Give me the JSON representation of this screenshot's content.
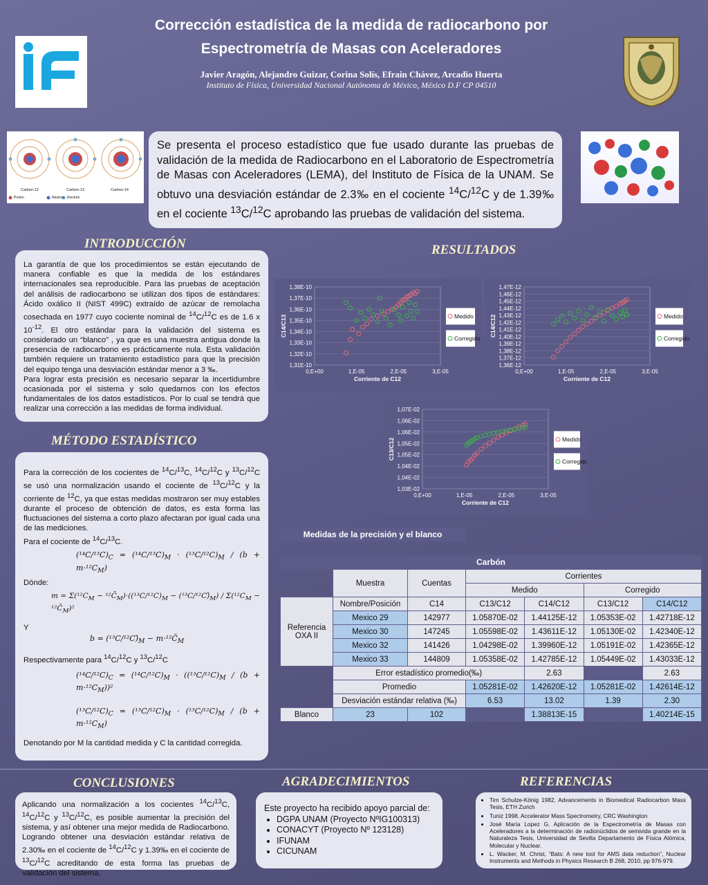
{
  "header": {
    "title_line1": "Corrección estadística de la medida de radiocarbono por",
    "title_line2": "Espectrometría de Masas con Aceleradores",
    "authors": "Javier Aragón, Alejandro Guizar, Corina Solís, Efrain Chávez, Arcadio Huerta",
    "institution": "Instituto de Física, Universidad Nacional Autónoma de  México, México D.F CP 04510",
    "logo_text": "IF"
  },
  "atoms": {
    "labels": [
      "Carbon-12",
      "Carbon-13",
      "Carbon-14"
    ],
    "legend": [
      "Proton",
      "Neutron",
      "Electron"
    ]
  },
  "abstract": {
    "p1": "Se presenta el proceso estadístico que fue usado durante las pruebas de validación de la medida de Radiocarbono en el Laboratorio de Espectrometría de Masas con Aceleradores (LEMA), del Instituto de Física de la UNAM. Se obtuvo una desviación estándar de 2.3‰ en el cociente ",
    "p2": " y  de  1.39‰ en el cociente ",
    "p3": " aprobando las pruebas de validación del sistema."
  },
  "intro": {
    "heading": "INTRODUCCIÓN",
    "text1": "La garantía de que los procedimientos se están ejecutando de manera confiable es que la medida de los estándares internacionales  sea reproducible. Para las pruebas de aceptación del análisis de radiocarbono se utilizan dos tipos de estándares: Ácido oxálico II (NIST 499C) extraído de azúcar de remolacha cosechada en 1977 cuyo cociente nominal de ",
    "text2": " es de 1.6 x 10",
    "text3": ". El otro estándar para la validación del sistema es considerado un “blanco” , ya que es una muestra antigua donde la presencia de radiocarbono es prácticamente nula. Esta validación también requiere un tratamiento estadístico para que la precisión del equipo tenga una desviación estándar  menor a 3 ‰.",
    "text4": "Para lograr esta precisión es necesario separar la incertidumbre ocasionada por el sistema y solo quedarnos con los efectos fundamentales de los datos estadísticos. Por lo cual se tendrá que realizar una corrección a las medidas de forma individual."
  },
  "method": {
    "heading": "MÉTODO ESTADÍSTICO",
    "text1": "Para la corrección de los cocientes de ",
    "text2": " se usó una normalización usando el cociente de ",
    "text3": " y la corriente de ",
    "text4": ", ya que estas medidas mostraron ser muy estables durante el proceso de obtención de datos, es esta forma las fluctuaciones del sistema a corto plazo afectaran por igual cada una de las mediciones.",
    "text5": "Para el cociente de ",
    "donde": "Dónde:",
    "y": "Y",
    "resp": "Respectivamente para ",
    "final": "Denotando por M la cantidad medida y C la cantidad corregida."
  },
  "results": {
    "heading": "RESULTADOS"
  },
  "chart_data": [
    {
      "type": "scatter",
      "ylabel": "C14/C13",
      "xlabel": "Corriente de C12",
      "yticks": [
        "1,31E-10",
        "1,32E-10",
        "1,33E-10",
        "1,34E-10",
        "1,35E-10",
        "1,36E-10",
        "1,37E-10",
        "1,38E-10"
      ],
      "ylim": [
        1.31e-10,
        1.38e-10
      ],
      "xticks": [
        "0,E+00",
        "1,E-05",
        "2,E-05",
        "3,E-05"
      ],
      "xlim": [
        0,
        3e-05
      ],
      "series": [
        {
          "name": "Medido",
          "color": "#e06a7a",
          "x": [
            7.5e-06,
            8.5e-06,
            9e-06,
            1.05e-05,
            1.15e-05,
            1.25e-05,
            1.35e-05,
            1.5e-05,
            1.65e-05,
            1.75e-05,
            1.85e-05,
            1.95e-05,
            2e-05,
            2.05e-05,
            2.1e-05,
            2.15e-05,
            2.2e-05,
            2.25e-05,
            2.3e-05,
            2.35e-05,
            2.4e-05,
            2.45e-05
          ],
          "y": [
            1.321e-10,
            1.333e-10,
            1.342e-10,
            1.338e-10,
            1.344e-10,
            1.347e-10,
            1.351e-10,
            1.354e-10,
            1.356e-10,
            1.358e-10,
            1.36e-10,
            1.362e-10,
            1.364e-10,
            1.366e-10,
            1.368e-10,
            1.369e-10,
            1.371e-10,
            1.372e-10,
            1.373e-10,
            1.375e-10,
            1.374e-10,
            1.376e-10
          ]
        },
        {
          "name": "Corregido",
          "color": "#3cb34a",
          "x": [
            7.5e-06,
            8.5e-06,
            1e-05,
            1.1e-05,
            1.2e-05,
            1.3e-05,
            1.4e-05,
            1.5e-05,
            1.6e-05,
            1.7e-05,
            1.8e-05,
            1.9e-05,
            2e-05,
            2.05e-05,
            2.1e-05,
            2.2e-05,
            2.25e-05,
            2.3e-05,
            2.35e-05,
            2.4e-05,
            2.45e-05,
            1.55e-05
          ],
          "y": [
            1.366e-10,
            1.361e-10,
            1.35e-10,
            1.357e-10,
            1.352e-10,
            1.36e-10,
            1.355e-10,
            1.349e-10,
            1.358e-10,
            1.352e-10,
            1.346e-10,
            1.36e-10,
            1.355e-10,
            1.35e-10,
            1.362e-10,
            1.354e-10,
            1.366e-10,
            1.358e-10,
            1.352e-10,
            1.364e-10,
            1.358e-10,
            1.37e-10
          ]
        }
      ]
    },
    {
      "type": "scatter",
      "ylabel": "C14/C12",
      "xlabel": "Corriente de C12",
      "yticks": [
        "1,36E-12",
        "1,37E-12",
        "1,38E-12",
        "1,39E-12",
        "1,40E-12",
        "1,41E-12",
        "1,42E-12",
        "1,43E-12",
        "1,44E-12",
        "1,45E-12",
        "1,46E-12",
        "1,47E-12"
      ],
      "ylim": [
        1.36e-12,
        1.47e-12
      ],
      "xticks": [
        "0,E+00",
        "1,E-05",
        "2,E-05",
        "3,E-05"
      ],
      "xlim": [
        0,
        3e-05
      ],
      "series": [
        {
          "name": "Medido",
          "color": "#e06a7a",
          "x": [
            7e-06,
            8e-06,
            9e-06,
            1e-05,
            1.1e-05,
            1.2e-05,
            1.3e-05,
            1.4e-05,
            1.5e-05,
            1.6e-05,
            1.7e-05,
            1.8e-05,
            1.9e-05,
            2e-05,
            2.1e-05,
            2.2e-05,
            2.3e-05,
            2.35e-05,
            2.4e-05,
            2.45e-05
          ],
          "y": [
            1.371e-12,
            1.38e-12,
            1.386e-12,
            1.393e-12,
            1.399e-12,
            1.404e-12,
            1.409e-12,
            1.414e-12,
            1.418e-12,
            1.422e-12,
            1.426e-12,
            1.43e-12,
            1.434e-12,
            1.437e-12,
            1.44e-12,
            1.443e-12,
            1.446e-12,
            1.448e-12,
            1.45e-12,
            1.452e-12
          ]
        },
        {
          "name": "Corregido",
          "color": "#3cb34a",
          "x": [
            7e-06,
            8e-06,
            9e-06,
            1e-05,
            1.1e-05,
            1.2e-05,
            1.3e-05,
            1.4e-05,
            1.5e-05,
            1.6e-05,
            1.7e-05,
            1.8e-05,
            1.9e-05,
            2e-05,
            2.1e-05,
            2.2e-05,
            2.3e-05,
            2.35e-05,
            2.4e-05,
            2.45e-05
          ],
          "y": [
            1.418e-12,
            1.424e-12,
            1.429e-12,
            1.421e-12,
            1.433e-12,
            1.426e-12,
            1.436e-12,
            1.423e-12,
            1.431e-12,
            1.441e-12,
            1.427e-12,
            1.435e-12,
            1.422e-12,
            1.438e-12,
            1.43e-12,
            1.425e-12,
            1.434e-12,
            1.428e-12,
            1.437e-12,
            1.431e-12
          ]
        }
      ]
    },
    {
      "type": "scatter",
      "ylabel": "C13/C12",
      "xlabel": "Corriente de C12",
      "yticks": [
        "1,03E-02",
        "1,04E-02",
        "1,04E-02",
        "1,05E-02",
        "1,05E-02",
        "1,06E-02",
        "1,06E-02",
        "1,07E-02"
      ],
      "ylim": [
        0.0103,
        0.0107
      ],
      "xticks": [
        "0,E+00",
        "1,E-05",
        "2,E-05",
        "3,E-05"
      ],
      "xlim": [
        0,
        3e-05
      ],
      "series": [
        {
          "name": "Medido",
          "color": "#e06a7a",
          "x": [
            1.05e-05,
            1.1e-05,
            1.15e-05,
            1.2e-05,
            1.25e-05,
            1.3e-05,
            1.4e-05,
            1.5e-05,
            1.6e-05,
            1.7e-05,
            1.8e-05,
            1.9e-05,
            2e-05,
            2.1e-05,
            2.2e-05,
            2.3e-05,
            2.4e-05,
            2.45e-05
          ],
          "y": [
            0.01042,
            0.010435,
            0.010445,
            0.010455,
            0.01047,
            0.01048,
            0.0105,
            0.010515,
            0.01053,
            0.010545,
            0.01056,
            0.01057,
            0.010582,
            0.010592,
            0.010602,
            0.010612,
            0.01062,
            0.010625
          ]
        },
        {
          "name": "Corregido",
          "color": "#3cb34a",
          "x": [
            1.05e-05,
            1.1e-05,
            1.15e-05,
            1.2e-05,
            1.25e-05,
            1.3e-05,
            1.4e-05,
            1.5e-05,
            1.6e-05,
            1.7e-05,
            1.8e-05,
            1.9e-05,
            2e-05,
            2.1e-05,
            2.2e-05,
            2.3e-05,
            2.4e-05,
            2.45e-05
          ],
          "y": [
            0.01052,
            0.01053,
            0.010538,
            0.010545,
            0.010552,
            0.010558,
            0.010565,
            0.01057,
            0.010575,
            0.01058,
            0.010585,
            0.010588,
            0.010592,
            0.010596,
            0.0106,
            0.010604,
            0.010607,
            0.01061
          ]
        }
      ]
    }
  ],
  "table": {
    "caption": "Medidas de la precisión y el blanco",
    "group": "Carbón",
    "h_muestra": "Muestra",
    "h_cuentas": "Cuentas",
    "h_corrientes": "Corrientes",
    "h_medido": "Medido",
    "h_corregido": "Corregido",
    "h_nombre": "Nombre/Posición",
    "h_c14": "C14",
    "h_cols": [
      "C13/C12",
      "C14/C12",
      "C13/C12",
      "C14/C12"
    ],
    "ref_label": "Referencia OXA II",
    "rows": [
      [
        "Mexico 29",
        "142977",
        "1.05870E-02",
        "1.44125E-12",
        "1.05353E-02",
        "1.42718E-12"
      ],
      [
        "Mexico 30",
        "147245",
        "1.05598E-02",
        "1.43611E-12",
        "1.05130E-02",
        "1.42340E-12"
      ],
      [
        "Mexico 32",
        "141426",
        "1.04298E-02",
        "1.39960E-12",
        "1.05191E-02",
        "1.42365E-12"
      ],
      [
        "Mexico 33",
        "144809",
        "1.05358E-02",
        "1.42785E-12",
        "1.05449E-02",
        "1.43033E-12"
      ]
    ],
    "err_label": "Error estadístico promedio(‰)",
    "err_med": "2.63",
    "err_cor": "2.63",
    "prom_label": "Promedio",
    "prom": [
      "1.05281E-02",
      "1.42620E-12",
      "1.05281E-02",
      "1.42614E-12"
    ],
    "desv_label": "Desviación estándar relativa (‰)",
    "desv": [
      "6.53",
      "13.02",
      "1.39",
      "2.30"
    ],
    "blanco": [
      "Blanco",
      "23",
      "102",
      "1.38813E-15",
      "1.40214E-15"
    ]
  },
  "conclusions": {
    "heading": "CONCLUSIONES",
    "t1": "Aplicando una normalización a los cocientes ",
    "t2": ", es posible aumentar la precisión del sistema, y así obtener una mejor medida de Radiocarbono. Logrando obtener una desviación estándar relativa de 2.30‰ en el cociente de ",
    "t3": " y 1.39‰ en el cociente de ",
    "t4": " acreditando de esta forma las pruebas de validación del sistema."
  },
  "ack": {
    "heading": "AGRADECIMIENTOS",
    "intro": "Este proyecto ha recibido apoyo parcial de:",
    "items": [
      "DGPA UNAM (Proyecto NºIG100313)",
      "CONACYT (Proyecto Nº 123128)",
      "IFUNAM",
      "CICUNAM"
    ]
  },
  "refs": {
    "heading": "REFERENCIAS",
    "items": [
      "Tim Schulze-König 1982, Advancements in Biomedical Radiocarbon Mass Tesis, ETH Zurich",
      "Tuniz 1998, Accelerator Mass Spectrometry, CRC Washington",
      "José María Lopez G. Aplicación de la Espectrometría de Masas con Aceleradores a la determinación de radionúclidos de semivida grande en la Naturaleza Tesis,  Universidad de Sevilla Departamento de Física Atómica, Molecular y Nuclear.",
      "L. Wacker, M. Christ, “Bats: A new tool for AMS data reduction”, Nuclear Instruments and Methods in Physics Research B 268, 2010, pp 976-979."
    ]
  },
  "colors": {
    "background": "#5e5d8c",
    "panel": "#e7e7f1",
    "heading": "#f6f0c8",
    "medido": "#e06a7a",
    "corregido": "#3cb34a",
    "table_blue": "#aecbea"
  }
}
